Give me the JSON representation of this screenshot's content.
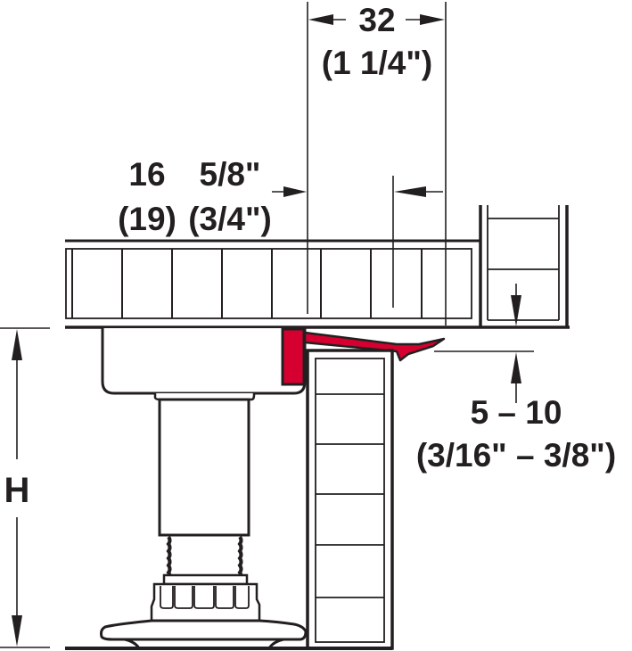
{
  "diagram": {
    "subject": "Plinth clip with adjustable cabinet leg",
    "colors": {
      "line": "#231f20",
      "clip": "#d5002f",
      "background": "#ffffff"
    },
    "dimensions": {
      "width_32": {
        "metric": "32",
        "imperial": "(1 1/4\")"
      },
      "thickness_16": {
        "metric": "16",
        "metric_alt": "(19)"
      },
      "thickness_5_8": {
        "imperial": "5/8\"",
        "imperial_alt": "(3/4\")"
      },
      "gap": {
        "metric": "5 – 10",
        "imperial": "(3/16\" – 3/8\")"
      },
      "height": {
        "label": "H"
      }
    },
    "components": [
      {
        "name": "cabinet-bottom-panel"
      },
      {
        "name": "side-panel"
      },
      {
        "name": "adjustable-leg"
      },
      {
        "name": "plinth-clip"
      },
      {
        "name": "plinth-panel"
      },
      {
        "name": "floor-line"
      }
    ]
  }
}
